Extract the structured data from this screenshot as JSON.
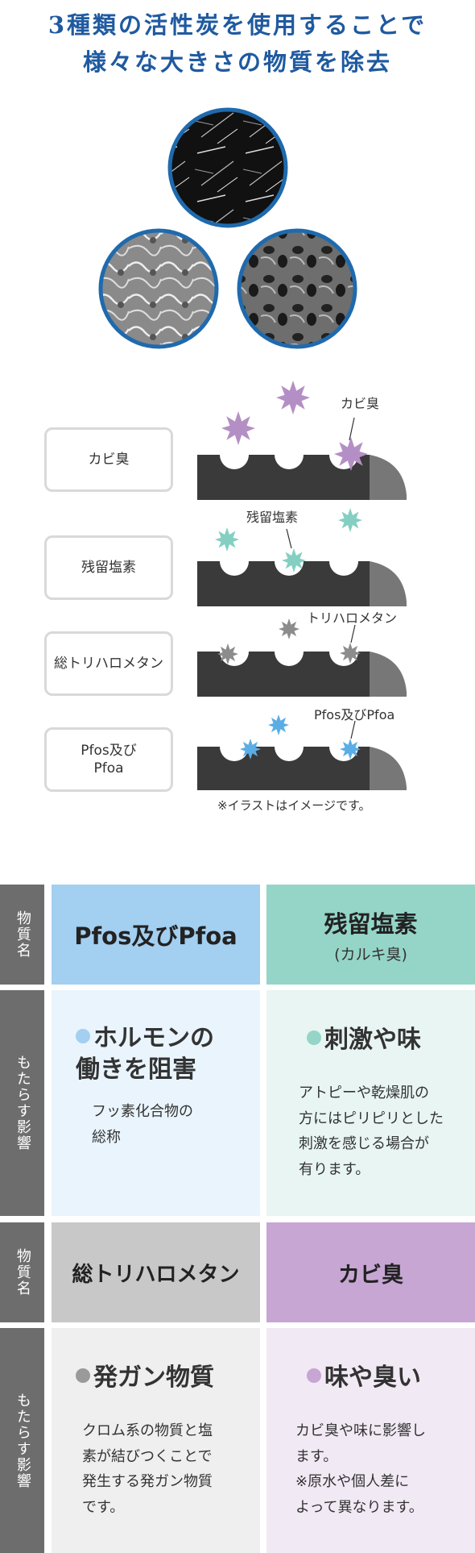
{
  "heading": {
    "line1": "3種類の活性炭を使用することで",
    "line2": "様々な大きさの物質を除去"
  },
  "diagram": {
    "rows": [
      {
        "label": "カビ臭",
        "callout": "カビ臭",
        "color": "#b48fc5"
      },
      {
        "label": "残留塩素",
        "callout": "残留塩素",
        "color": "#84cfc2"
      },
      {
        "label": "総トリハロメタン",
        "callout": "トリハロメタン",
        "color": "#8c8c8c"
      },
      {
        "label": "Pfos及び\nPfoa",
        "callout": "Pfos及びPfoa",
        "color": "#5aaee5"
      }
    ],
    "note": "※イラストはイメージです。"
  },
  "table": {
    "side_name": "物質名",
    "side_effect": "もたらす影響",
    "cells": {
      "pfos": {
        "head": "Pfos及びPfoa",
        "effect_title": "ホルモンの\n働きを阻害",
        "effect_desc": "フッ素化合物の\n総称",
        "head_color": "#a3cff0",
        "body_color": "#e9f4fc",
        "dot_color": "#a3cff0"
      },
      "chlorine": {
        "head": "残留塩素",
        "head_sub": "(カルキ臭)",
        "effect_title": "刺激や味",
        "effect_desc": "アトピーや乾燥肌の\n方にはピリピリとした\n刺激を感じる場合が\n有ります。",
        "head_color": "#95d5c8",
        "body_color": "#e8f5f2",
        "dot_color": "#95d5c8"
      },
      "trihalo": {
        "head": "総トリハロメタン",
        "effect_title": "発ガン物質",
        "effect_desc": "クロム系の物質と塩\n素が結びつくことで\n発生する発ガン物質\nです。",
        "head_color": "#c8c8c8",
        "body_color": "#efefef",
        "dot_color": "#9a9a9a"
      },
      "mold": {
        "head": "カビ臭",
        "effect_title": "味や臭い",
        "effect_desc": "カビ臭や味に影響し\nます。\n※原水や個人差に\nよって異なります。",
        "head_color": "#c7a6d3",
        "body_color": "#f1e9f4",
        "dot_color": "#c7a6d3"
      }
    }
  }
}
